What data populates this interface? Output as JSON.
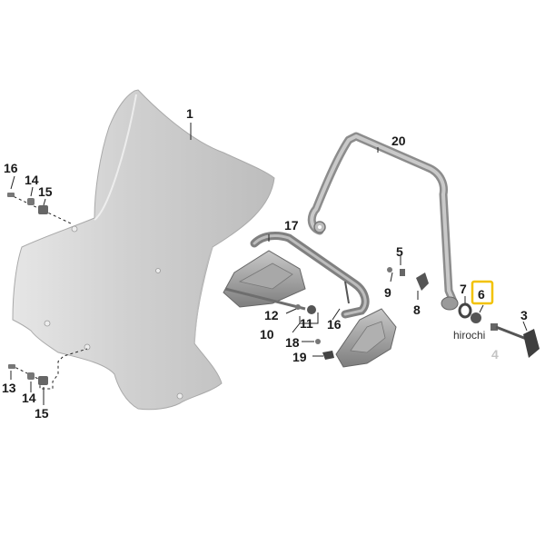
{
  "callouts": {
    "c1": "1",
    "c3": "3",
    "c4": "4",
    "c5": "5",
    "c6": "6",
    "c7": "7",
    "c8": "8",
    "c9": "9",
    "c10": "10",
    "c11": "11",
    "c12": "12",
    "c13": "13",
    "c14a": "14",
    "c14b": "14",
    "c15a": "15",
    "c15b": "15",
    "c16a": "16",
    "c16b": "16",
    "c17": "17",
    "c18": "18",
    "c19": "19",
    "c20": "20"
  },
  "highlighted_part": "6",
  "watermark": "hirochi",
  "colors": {
    "highlight": "#f2c200",
    "windshield": "#cfcfcf",
    "metal": "#9a9a9a"
  }
}
